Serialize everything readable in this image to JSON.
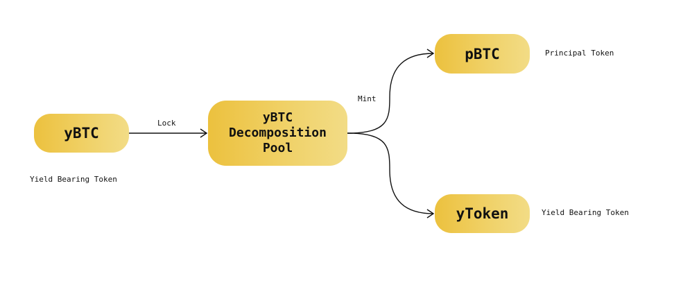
{
  "nodes": {
    "ybtc": "yBTC",
    "pool": "yBTC\nDecomposition\nPool",
    "pbtc": "pBTC",
    "ytoken": "yToken"
  },
  "edges": {
    "lock": "Lock",
    "mint": "Mint"
  },
  "captions": {
    "ybtc": "Yield Bearing Token",
    "pbtc": "Principal Token",
    "ytoken": "Yield Bearing Token"
  },
  "colors": {
    "node_fill_start": "#ecc13e",
    "node_fill_end": "#f2dc86",
    "text": "#111111",
    "line": "#111111"
  }
}
